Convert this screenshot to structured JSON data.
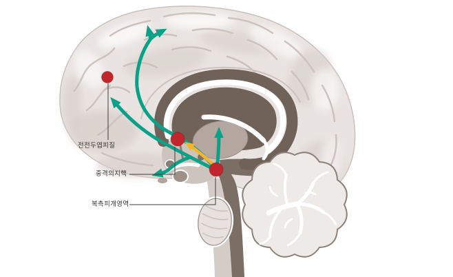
{
  "colors": {
    "teal": "#0ba188",
    "yellow": "#f7b52c",
    "red": "#c2262d",
    "leader": "#3c3c3c",
    "label_text": "#333333",
    "bg": "#ffffff"
  },
  "diagram": {
    "labels": {
      "prefrontal_cortex": "전전두엽피질",
      "nucleus_accumbens": "중격의지핵",
      "ventral_tegmental_area": "복측피개영역"
    }
  }
}
